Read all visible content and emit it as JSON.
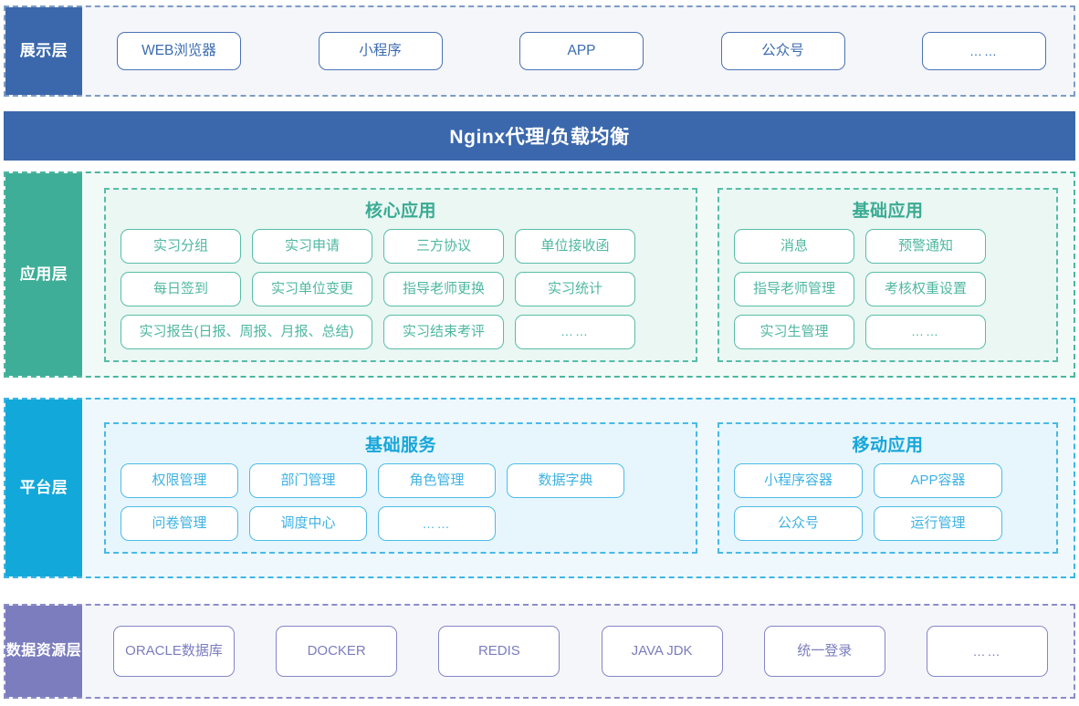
{
  "colors": {
    "presentation": "#3b68ac",
    "nginx_bar": "#3b68ac",
    "application": "#3fae98",
    "platform": "#13a8da",
    "data_resource": "#7b7dbe",
    "chip_blue_border": "#4a72b5",
    "chip_green_border": "#58bda8",
    "chip_cyan_border": "#4fbbe8",
    "chip_purple_border": "#8486c6"
  },
  "presentation": {
    "label": "展示层",
    "items": [
      {
        "label": "WEB浏览器"
      },
      {
        "label": "小程序"
      },
      {
        "label": "APP"
      },
      {
        "label": "公众号"
      },
      {
        "label": "……"
      }
    ]
  },
  "nginx": {
    "label": "Nginx代理/负载均衡"
  },
  "application": {
    "label": "应用层",
    "groups": [
      {
        "title": "核心应用",
        "rows": [
          [
            {
              "label": "实习分组"
            },
            {
              "label": "实习申请"
            },
            {
              "label": "三方协议"
            },
            {
              "label": "单位接收函"
            }
          ],
          [
            {
              "label": "每日签到"
            },
            {
              "label": "实习单位变更"
            },
            {
              "label": "指导老师更换"
            },
            {
              "label": "实习统计"
            }
          ],
          [
            {
              "label": "实习报告(日报、周报、月报、总结)",
              "wide": true
            },
            {
              "label": "实习结束考评"
            },
            {
              "label": "……"
            }
          ]
        ]
      },
      {
        "title": "基础应用",
        "rows": [
          [
            {
              "label": "消息"
            },
            {
              "label": "预警通知"
            }
          ],
          [
            {
              "label": "指导老师管理"
            },
            {
              "label": "考核权重设置"
            }
          ],
          [
            {
              "label": "实习生管理"
            },
            {
              "label": "……"
            }
          ]
        ]
      }
    ]
  },
  "platform": {
    "label": "平台层",
    "groups": [
      {
        "title": "基础服务",
        "rows": [
          [
            {
              "label": "权限管理"
            },
            {
              "label": "部门管理"
            },
            {
              "label": "角色管理"
            },
            {
              "label": "数据字典"
            }
          ],
          [
            {
              "label": "问卷管理"
            },
            {
              "label": "调度中心"
            },
            {
              "label": "……"
            }
          ]
        ]
      },
      {
        "title": "移动应用",
        "rows": [
          [
            {
              "label": "小程序容器"
            },
            {
              "label": "APP容器"
            }
          ],
          [
            {
              "label": "公众号"
            },
            {
              "label": "运行管理"
            }
          ]
        ]
      }
    ]
  },
  "data_resource": {
    "label": "数据资源层",
    "label_line1": "数据资",
    "label_line2": "源层",
    "items": [
      {
        "label": "ORACLE数据库"
      },
      {
        "label": "DOCKER"
      },
      {
        "label": "REDIS"
      },
      {
        "label": "JAVA JDK"
      },
      {
        "label": "统一登录"
      },
      {
        "label": "……"
      }
    ]
  }
}
